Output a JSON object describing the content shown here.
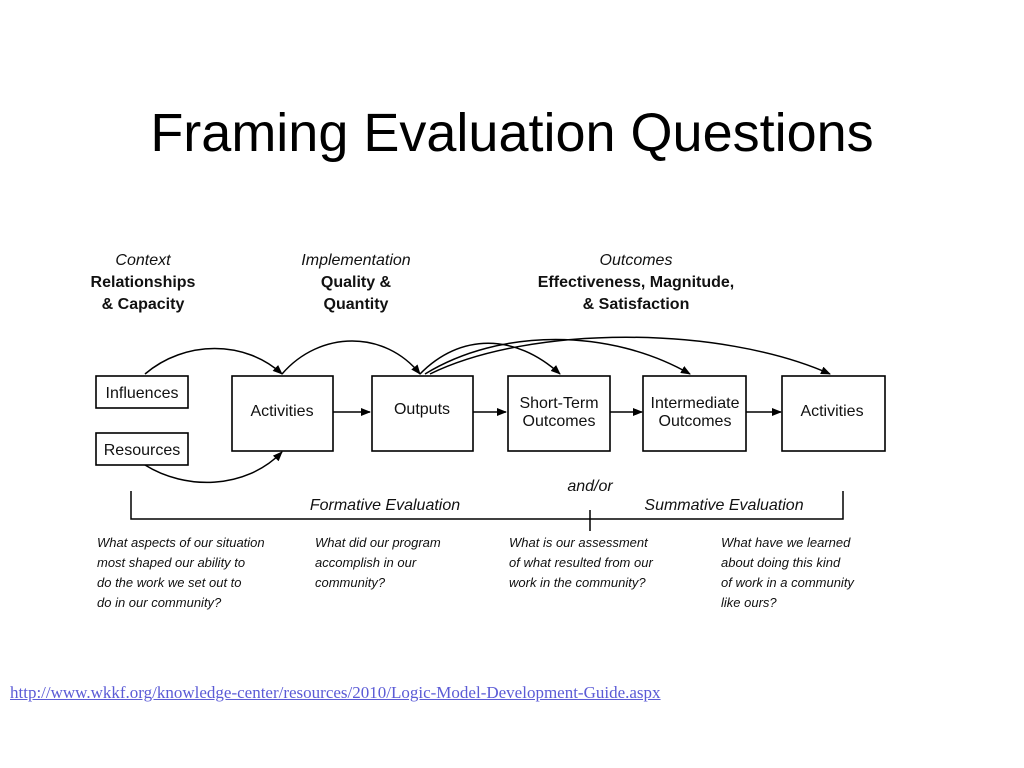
{
  "slide": {
    "title": "Framing Evaluation Questions",
    "source_link": "http://www.wkkf.org/knowledge-center/resources/2010/Logic-Model-Development-Guide.aspx"
  },
  "diagram": {
    "headers": {
      "context": {
        "label": "Context",
        "detail_line1": "Relationships",
        "detail_line2": "& Capacity"
      },
      "implementation": {
        "label": "Implementation",
        "detail_line1": "Quality &",
        "detail_line2": "Quantity"
      },
      "outcomes": {
        "label": "Outcomes",
        "detail_line1": "Effectiveness, Magnitude,",
        "detail_line2": "& Satisfaction"
      }
    },
    "boxes": {
      "influences": "Influences",
      "resources": "Resources",
      "activities": "Activities",
      "outputs": "Outputs",
      "short_term_line1": "Short-Term",
      "short_term_line2": "Outcomes",
      "intermediate_line1": "Intermediate",
      "intermediate_line2": "Outcomes",
      "final": "Activities"
    },
    "evaluation": {
      "andor": "and/or",
      "formative": "Formative Evaluation",
      "summative": "Summative Evaluation"
    },
    "questions": {
      "q1": [
        "What aspects of our situation",
        "most shaped our ability to",
        "do the work we set out to",
        "do in our community?"
      ],
      "q2": [
        "What did our program",
        "accomplish in our",
        "community?"
      ],
      "q3": [
        "What is our assessment",
        "of what resulted from our",
        "work in the community?"
      ],
      "q4": [
        "What have we learned",
        "about doing this kind",
        "of work in a community",
        "like ours?"
      ]
    },
    "colors": {
      "link": "#5b5bd6",
      "stroke": "#000000"
    }
  }
}
